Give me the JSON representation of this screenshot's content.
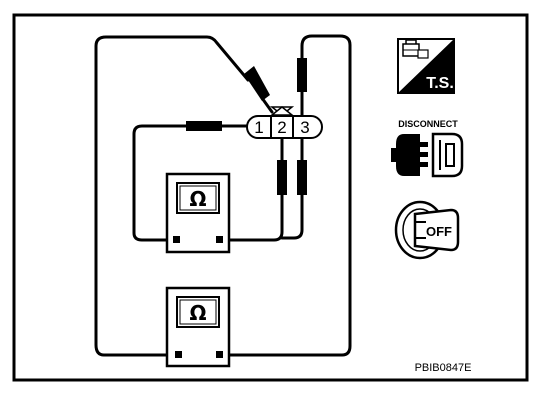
{
  "connector": {
    "pins": [
      "1",
      "2",
      "3"
    ]
  },
  "meters": [
    {
      "symbol": "Ω"
    },
    {
      "symbol": "Ω"
    }
  ],
  "icons": {
    "ts_label": "T.S.",
    "disconnect_label": "DISCONNECT",
    "off_label": "OFF"
  },
  "figure_code": "PBIB0847E"
}
